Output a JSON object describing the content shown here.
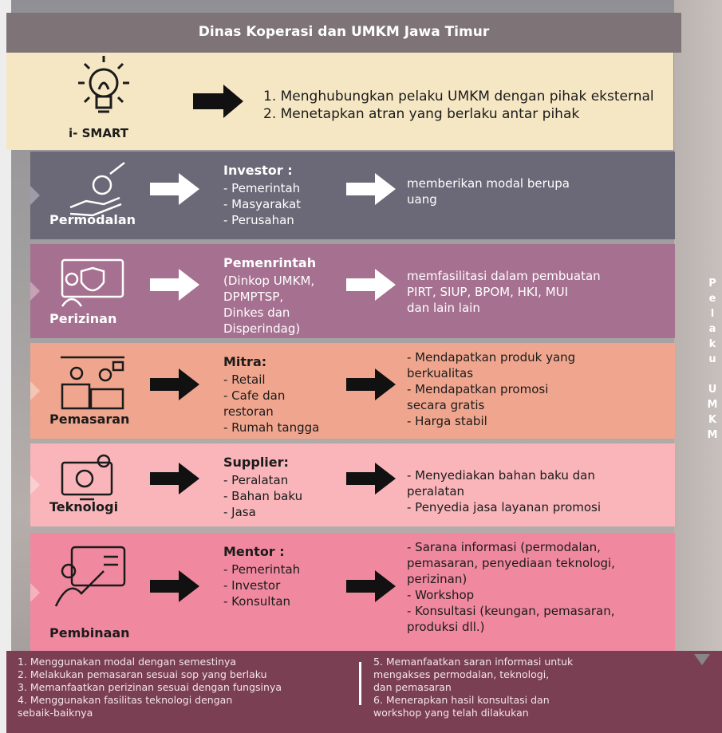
{
  "header": {
    "title": "Dinas Koperasi dan UMKM Jawa Timur"
  },
  "ismart": {
    "label": "i- SMART",
    "items": [
      "1. Menghubungkan pelaku UMKM dengan pihak eksternal",
      "2. Menetapkan atran yang berlaku antar pihak"
    ],
    "icon": "lightbulb-icon"
  },
  "rows": [
    {
      "label": "Permodalan",
      "icon": "money-hand-icon",
      "title": "Investor :",
      "list": [
        "- Pemerintah",
        "- Masyarakat",
        "- Perusahan"
      ],
      "right": [
        "memberikan modal berupa",
        "uang"
      ],
      "bg": "#6b6877",
      "text": "#ffffff"
    },
    {
      "label": "Perizinan",
      "icon": "shield-screen-icon",
      "title": "Pemenrintah",
      "list": [
        "(Dinkop UMKM,",
        "DPMPTSP,",
        "Dinkes dan",
        "Disperindag)"
      ],
      "right": [
        "memfasilitasi dalam pembuatan",
        "PIRT, SIUP, BPOM, HKI, MUI",
        "dan lain lain"
      ],
      "bg": "#a67090",
      "text": "#ffffff"
    },
    {
      "label": "Pemasaran",
      "icon": "shop-counter-icon",
      "title": "Mitra:",
      "list": [
        "- Retail",
        "- Cafe dan",
        "restoran",
        "- Rumah tangga"
      ],
      "right": [
        "- Mendapatkan produk yang",
        "berkualitas",
        "- Mendapatkan promosi",
        "secara gratis",
        "- Harga stabil"
      ],
      "bg": "#f0a68e",
      "text": "#1b1b1b"
    },
    {
      "label": "Teknologi",
      "icon": "monitor-gear-icon",
      "title": "Supplier:",
      "list": [
        "- Peralatan",
        "- Bahan baku",
        "- Jasa"
      ],
      "right": [
        "- Menyediakan bahan baku dan",
        "peralatan",
        "- Penyedia jasa layanan promosi"
      ],
      "bg": "#f9b5ba",
      "text": "#1b1b1b"
    },
    {
      "label": "Pembinaan",
      "icon": "presentation-board-icon",
      "title": "Mentor :",
      "list": [
        "- Pemerintah",
        "- Investor",
        "- Konsultan"
      ],
      "right": [
        "- Sarana informasi (permodalan,",
        "pemasaran, penyediaan teknologi,",
        "perizinan)",
        "- Workshop",
        "- Konsultasi (keungan, pemasaran,",
        "produksi dll.)"
      ],
      "bg": "#f0899f",
      "text": "#1b1b1b"
    }
  ],
  "side_label": [
    "P",
    "e",
    "l",
    "a",
    "k",
    "u",
    "",
    "U",
    "M",
    "K",
    "M"
  ],
  "footer": {
    "left": [
      "1. Menggunakan modal dengan semestinya",
      "2. Melakukan pemasaran sesuai sop yang berlaku",
      "3. Memanfaatkan perizinan sesuai dengan fungsinya",
      "4. Menggunakan fasilitas teknologi dengan",
      "sebaik-baiknya"
    ],
    "right": [
      "5. Memanfaatkan saran informasi untuk",
      "mengakses permodalan, teknologi,",
      "dan pemasaran",
      "6. Menerapkan hasil konsultasi dan",
      "workshop yang telah dilakukan"
    ]
  }
}
